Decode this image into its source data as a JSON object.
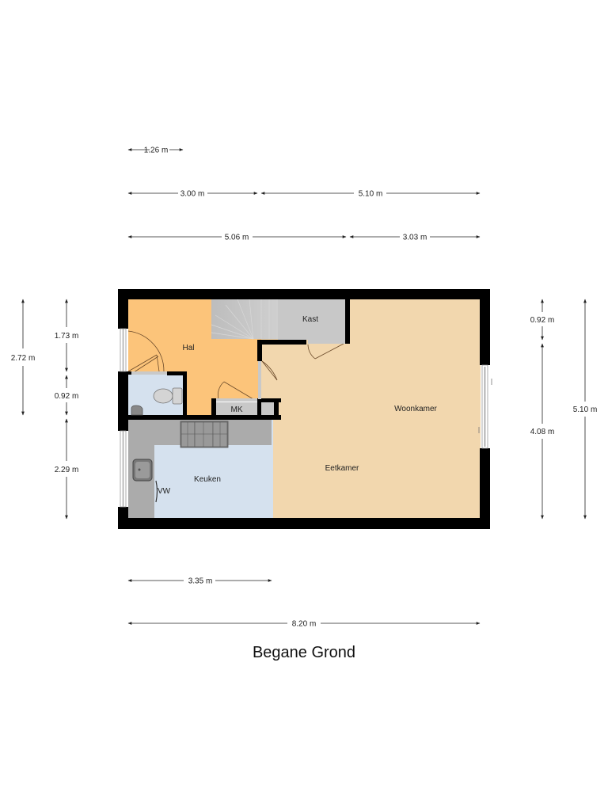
{
  "title": "Begane Grond",
  "colors": {
    "wall": "#000000",
    "hal": "#fcc47a",
    "woonkamer": "#f2d7ae",
    "keuken": "#d5e1ee",
    "toilet": "#d5e1ee",
    "storage": "#c8c8c8",
    "counter": "#a9a9a9",
    "dimension_line": "#222222"
  },
  "rooms": {
    "hal": "Hal",
    "kast": "Kast",
    "mk": "MK",
    "woonkamer": "Woonkamer",
    "eetkamer": "Eetkamer",
    "keuken": "Keuken",
    "vw": "VW"
  },
  "dimensions": {
    "top": {
      "d1": "1.26 m",
      "d2": "3.00 m",
      "d3": "5.10 m",
      "d4": "5.06 m",
      "d5": "3.03 m"
    },
    "bottom": {
      "d1": "3.35 m",
      "d2": "8.20 m"
    },
    "left": {
      "d1": "2.72 m",
      "d2": "1.73 m",
      "d3": "0.92 m",
      "d4": "2.29 m"
    },
    "right": {
      "d1": "0.92 m",
      "d2": "4.08 m",
      "d3": "5.10 m"
    }
  }
}
